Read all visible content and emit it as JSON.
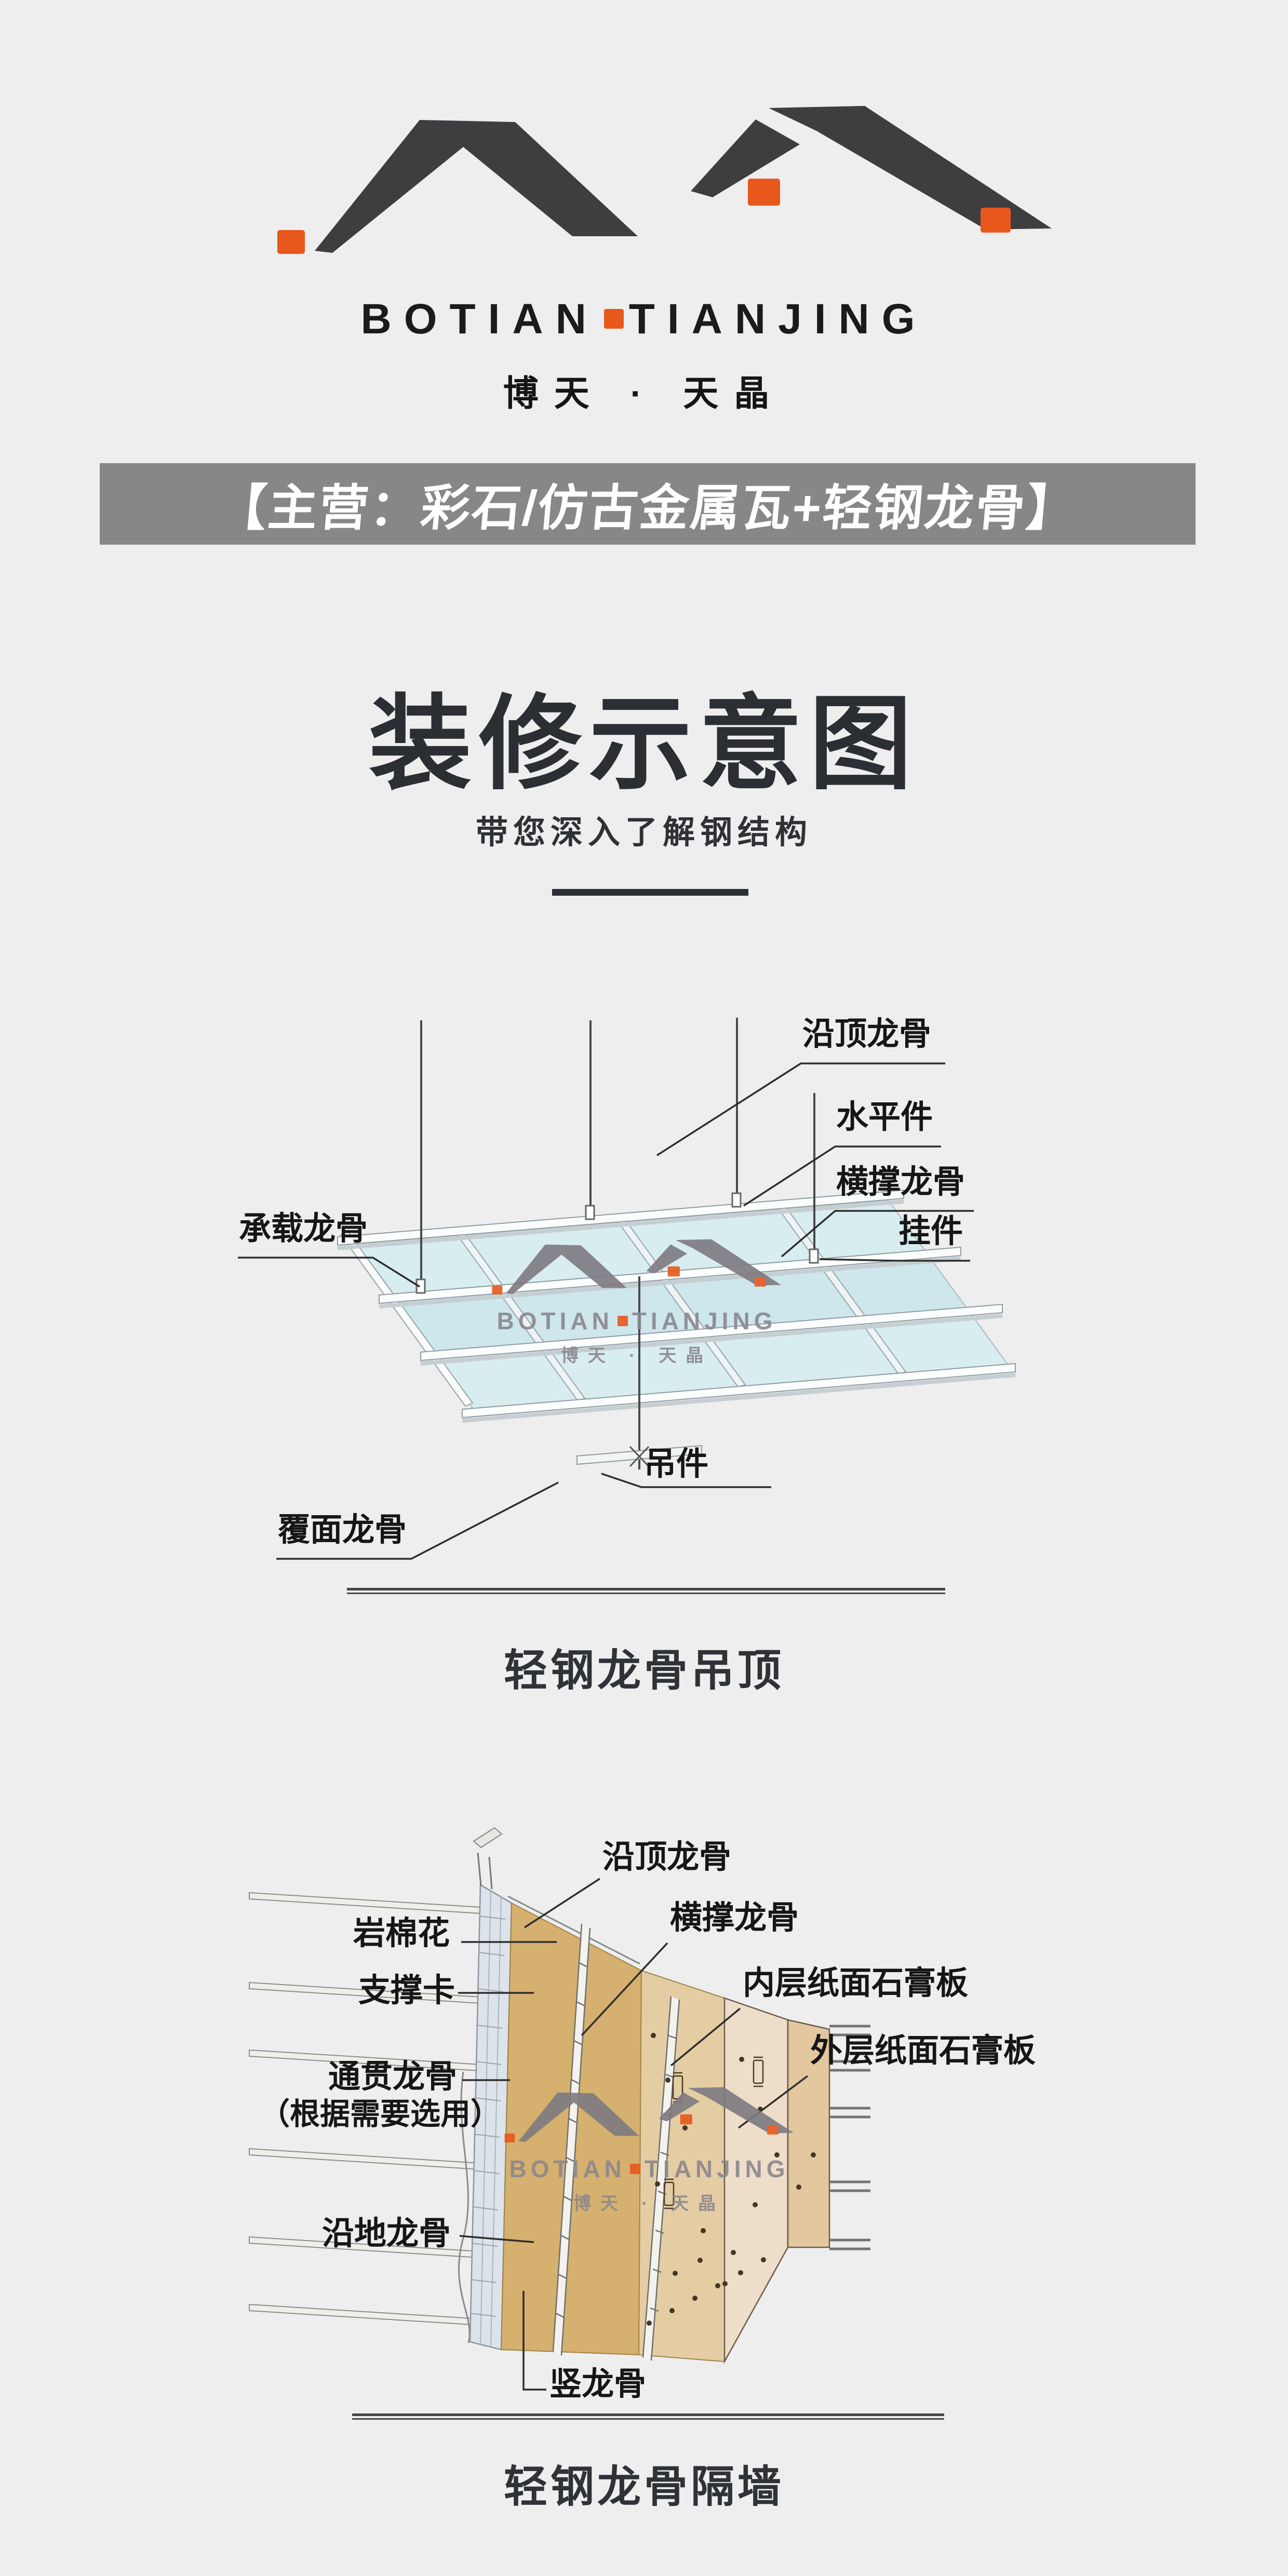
{
  "logo": {
    "brand_en_left": "BOTIAN",
    "brand_en_right": "TIANJING",
    "brand_cn": "博天 · 天晶",
    "accent_orange": "#e8571c",
    "roof_dark": "#3e3e40"
  },
  "banner": {
    "text": "【主营：彩石/仿古金属瓦+轻钢龙骨】",
    "bg": "#878787",
    "fg": "#ffffff"
  },
  "hero": {
    "title": "装修示意图",
    "subtitle": "带您深入了解钢结构"
  },
  "ceiling": {
    "caption": "轻钢龙骨吊顶",
    "labels": {
      "yanding_longgu": "沿顶龙骨",
      "shuiping_jian": "水平件",
      "hengcheng_longgu": "横撑龙骨",
      "guajian": "挂件",
      "chengzai_longgu": "承载龙骨",
      "fumian_longgu": "覆面龙骨",
      "diaojian": "吊件"
    }
  },
  "wall": {
    "caption": "轻钢龙骨隔墙",
    "labels": {
      "yanding_longgu": "沿顶龙骨",
      "hengcheng_longgu": "横撑龙骨",
      "neiceng_shigaoban": "内层纸面石膏板",
      "waiceng_shigaoban": "外层纸面石膏板",
      "yanmianhua": "岩棉花",
      "zhichengka": "支撑卡",
      "tongguan_longgu": "通贯龙骨",
      "tongguan_note": "（根据需要选用）",
      "yandi_longgu": "沿地龙骨",
      "shu_longgu": "竖龙骨"
    }
  }
}
